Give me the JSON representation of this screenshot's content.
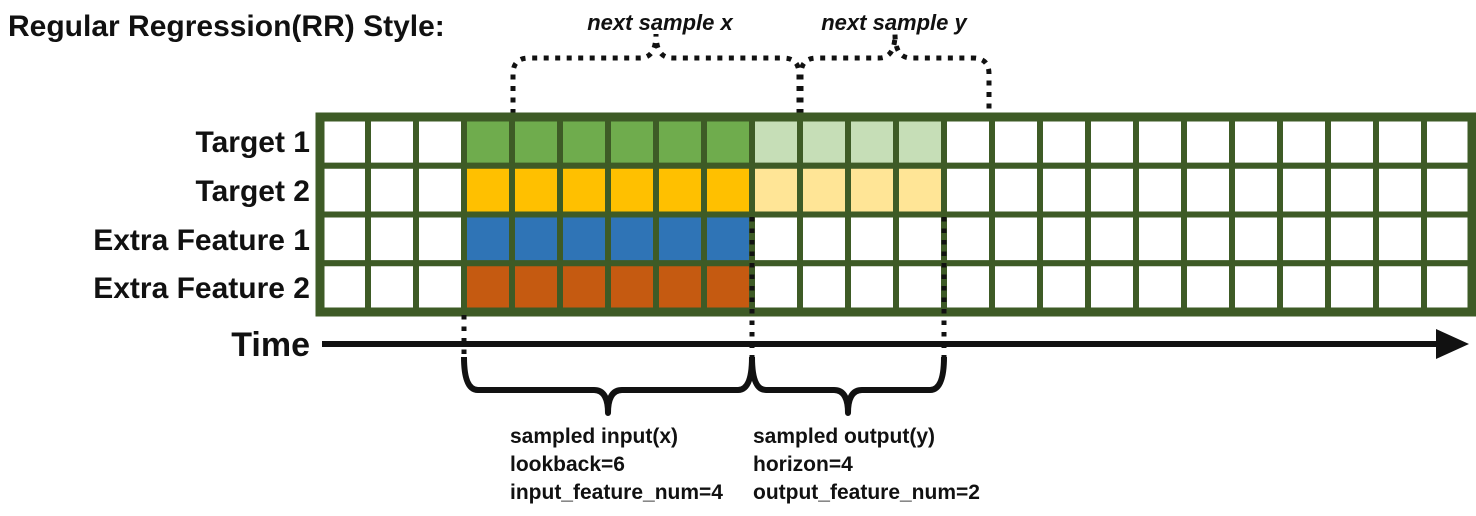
{
  "title": "Regular Regression(RR) Style:",
  "colors": {
    "grid_border": "#3e5b26",
    "empty_cell": "#ffffff",
    "ink": "#111111",
    "target1_input": "#6fac4d",
    "target1_output": "#c6deb7",
    "target2_input": "#ffc000",
    "target2_output": "#ffe596",
    "extra1_input": "#2f74b6",
    "extra2_input": "#c55a11"
  },
  "grid": {
    "columns": 24,
    "input_start_col": 3,
    "lookback": 6,
    "horizon": 4,
    "border_color": "#3e5b26",
    "empty_color": "#ffffff",
    "rows": [
      {
        "label": "Target 1",
        "input_color": "#6fac4d",
        "output_color": "#c6deb7"
      },
      {
        "label": "Target 2",
        "input_color": "#ffc000",
        "output_color": "#ffe596"
      },
      {
        "label": "Extra Feature 1",
        "input_color": "#2f74b6",
        "output_color": null
      },
      {
        "label": "Extra Feature 2",
        "input_color": "#c55a11",
        "output_color": null
      }
    ]
  },
  "annotations": {
    "next_sample_x": "next sample x",
    "next_sample_y": "next sample y",
    "time_axis_label": "Time",
    "input_block": {
      "line1": "sampled input(x)",
      "line2": "lookback=6",
      "line3": "input_feature_num=4"
    },
    "output_block": {
      "line1": "sampled output(y)",
      "line2": "horizon=4",
      "line3": "output_feature_num=2"
    }
  }
}
